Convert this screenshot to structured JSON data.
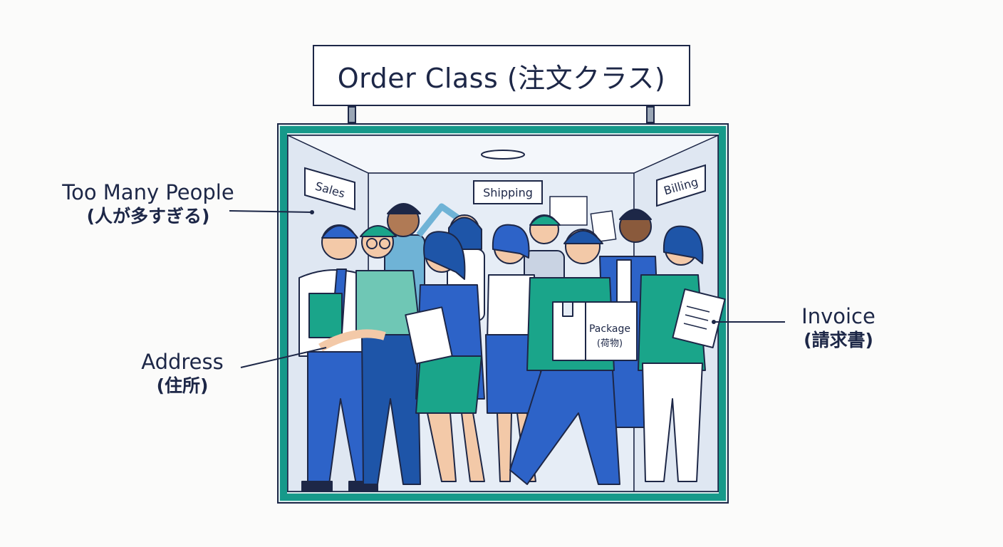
{
  "title": "Order Class (注文クラス)",
  "wall_signs": {
    "left": "Sales",
    "center": "Shipping",
    "right": "Billing"
  },
  "package_label": {
    "en": "Package",
    "jp": "(荷物)"
  },
  "callouts": {
    "too_many_people": {
      "en": "Too Many People",
      "jp": "(人が多すぎる)"
    },
    "address": {
      "en": "Address",
      "jp": "(住所)"
    },
    "invoice": {
      "en": "Invoice",
      "jp": "(請求書)"
    }
  },
  "colors": {
    "frame": "#16998a",
    "ink": "#1d2747",
    "blue": "#2d63c8",
    "teal": "#1aa58a",
    "wall": "#eaf0f8"
  }
}
